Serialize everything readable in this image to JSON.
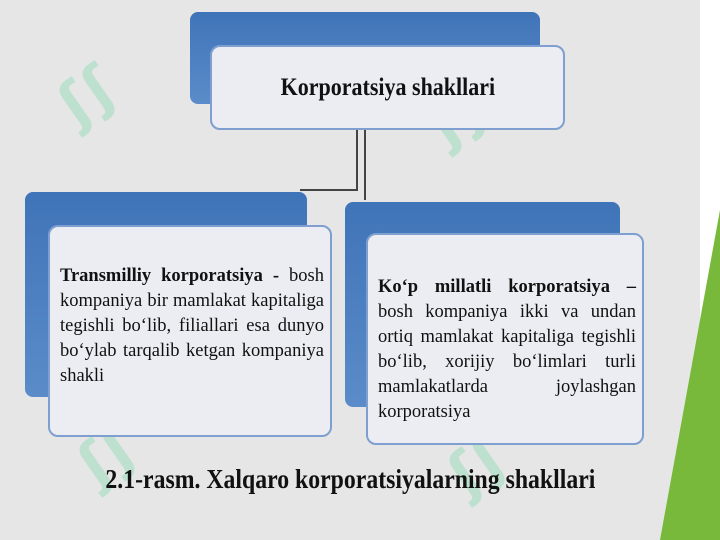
{
  "top_box": {
    "title": "Korporatsiya shakllari"
  },
  "left_box": {
    "term": "Transmilliy korporatsiya -",
    "definition": "bosh kompaniya bir mamlakat kapitaliga tegishli bo‘lib, filiallari esa dunyo bo‘ylab tarqalib ketgan kompaniya shakli"
  },
  "right_box": {
    "term": "Ko‘p millatli korporatsiya –",
    "definition": "bosh kompaniya ikki va undan ortiq mamlakat kapitaliga tegishli bo‘lib, xorijiy bo‘limlari turli mamlakatlarda joylashgan korporatsiya"
  },
  "caption": "2.1-rasm. Xalqaro korporatsiyalarning shakllari",
  "colors": {
    "accent_blue": "#3f74b8",
    "box_fill": "#ecedf3",
    "green_accent": "#78b83a"
  }
}
